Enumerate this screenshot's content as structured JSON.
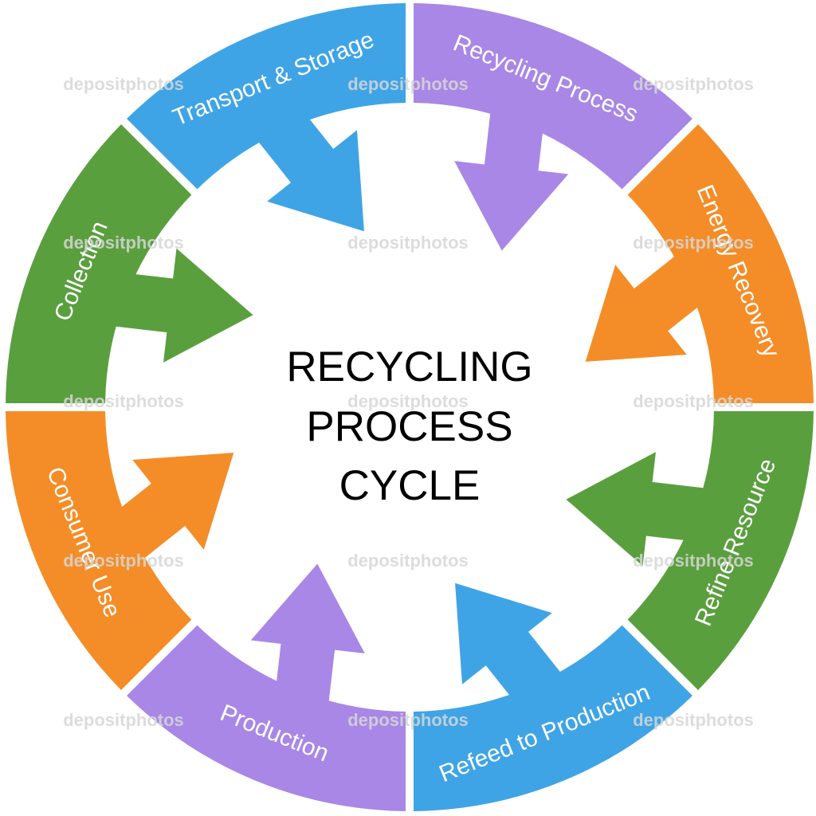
{
  "title_lines": [
    "RECYCLING",
    "PROCESS",
    "CYCLE"
  ],
  "segments": [
    {
      "label": "Transport & Storage",
      "color": "#3fa4e6"
    },
    {
      "label": "Recycling Process",
      "color": "#a887e6"
    },
    {
      "label": "Energy Recovery",
      "color": "#f48d27"
    },
    {
      "label": "Refine Resource",
      "color": "#5a9f3e"
    },
    {
      "label": "Refeed to Production",
      "color": "#3fa4e6"
    },
    {
      "label": "Production",
      "color": "#a887e6"
    },
    {
      "label": "Consumer Use",
      "color": "#f48d27"
    },
    {
      "label": "Collection",
      "color": "#5a9f3e"
    }
  ],
  "watermark": "depositphotos"
}
